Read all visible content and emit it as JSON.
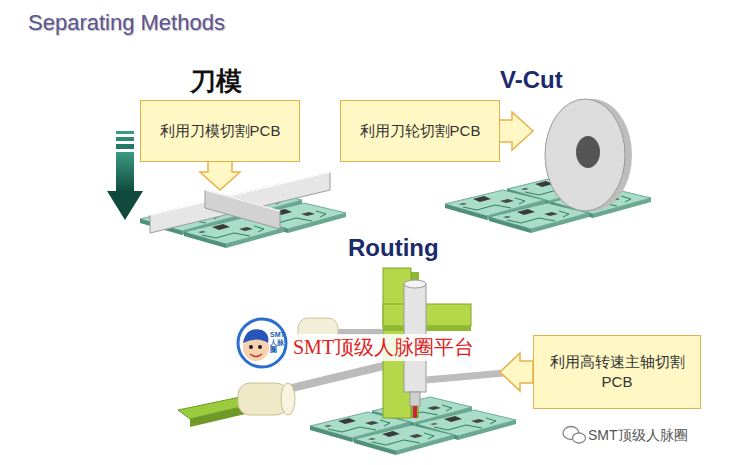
{
  "diagram": {
    "title": "Separating Methods",
    "nodes": [
      {
        "text": [
          "利用刀模切割PCB"
        ]
      },
      {
        "text": [
          "利用刀轮切割PCB"
        ]
      },
      {
        "text": [
          "利用高转速主轴切割 PCB"
        ]
      }
    ],
    "labels": [
      "刀模",
      "V-Cut",
      "Routing",
      "SMT人脉圈",
      "SMT顶级人脉圈平台",
      "SMT顶级人脉圈"
    ]
  }
}
